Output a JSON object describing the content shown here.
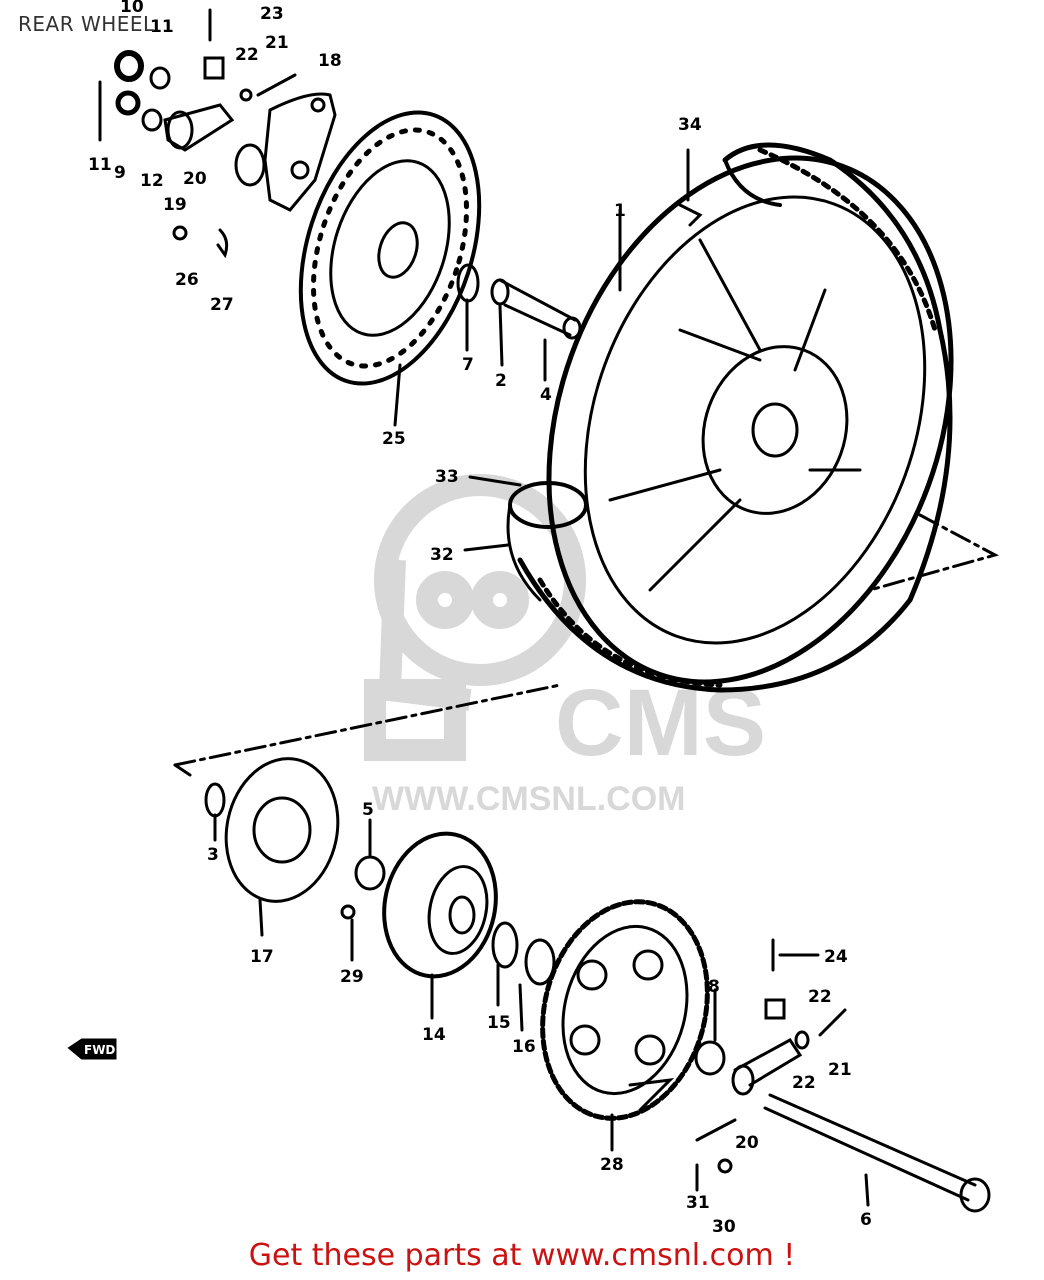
{
  "page": {
    "title": "REAR WHEEL",
    "footer_text": "Get these parts at www.cmsnl.com !",
    "footer_color": "#cc1111"
  },
  "watermark": {
    "brand": "CMS",
    "url": "WWW.CMSNL.COM",
    "color": "#d8d8d8"
  },
  "diagram": {
    "line_color": "#000000",
    "direction_label": "FWD",
    "callouts": [
      "10",
      "11",
      "23",
      "22",
      "21",
      "18",
      "9",
      "12",
      "20",
      "19",
      "26",
      "27",
      "25",
      "7",
      "2",
      "4",
      "34",
      "1",
      "33",
      "32",
      "3",
      "5",
      "17",
      "29",
      "14",
      "15",
      "16",
      "24",
      "8",
      "22",
      "21",
      "22",
      "20",
      "28",
      "31",
      "30",
      "6",
      "11"
    ]
  }
}
